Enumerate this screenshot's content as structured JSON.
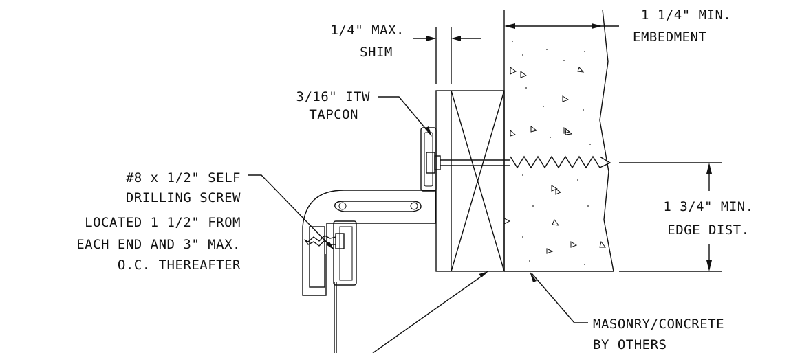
{
  "labels": {
    "shim_line1": "1/4\" MAX.",
    "shim_line2": "SHIM",
    "embed_line1": "1 1/4\" MIN.",
    "embed_line2": "EMBEDMENT",
    "tapcon_line1": "3/16\" ITW",
    "tapcon_line2": "TAPCON",
    "screw_line1": "#8 x 1/2\" SELF",
    "screw_line2": "DRILLING SCREW",
    "screw_line3": "LOCATED 1 1/2\" FROM",
    "screw_line4": "EACH END AND 3\" MAX.",
    "screw_line5": "O.C. THEREAFTER",
    "edge_line1": "1 3/4\" MIN.",
    "edge_line2": "EDGE DIST.",
    "masonry_line1": "MASONRY/CONCRETE",
    "masonry_line2": "BY OTHERS"
  }
}
